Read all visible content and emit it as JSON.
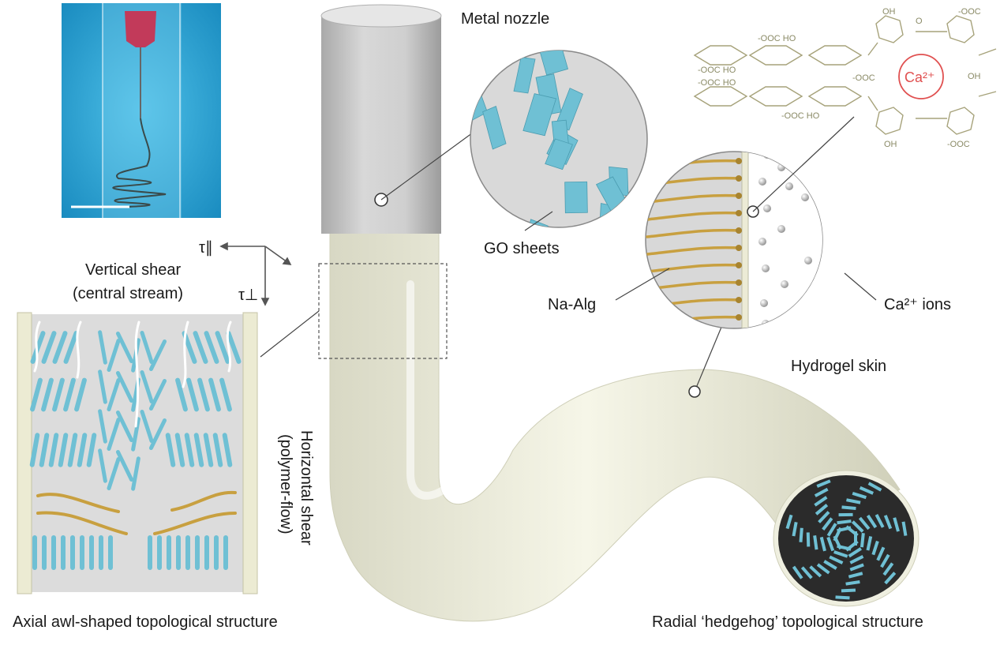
{
  "labels": {
    "metal_nozzle": "Metal nozzle",
    "go_sheets": "GO sheets",
    "na_alg": "Na-Alg",
    "ca_ions": "Ca²⁺ ions",
    "hydrogel_skin": "Hydrogel skin",
    "vertical_shear_line1": "Vertical shear",
    "vertical_shear_line2": "(central stream)",
    "horizontal_shear_line1": "Horizontal shear",
    "horizontal_shear_line2": "(polymer-flow)",
    "tau_parallel": "τ∥",
    "tau_perp": "τ⊥",
    "caption_left": "Axial awl-shaped topological structure",
    "caption_right": "Radial ‘hedgehog’ topological structure",
    "ca2_ring": "Ca²⁺"
  },
  "chem_labels": {
    "oh": "OH",
    "coo": "-OOC",
    "cooh": "-OOC HO",
    "o": "O"
  },
  "colors": {
    "fiber": "#eeeedd",
    "go_blue": "#6fc0d4",
    "alg_gold": "#c8a040",
    "nozzle_gray": "#c4c4c4",
    "chem_line": "#a6a27a",
    "ca_ring": "#e05050",
    "photo_bg": "#2aa8d8"
  }
}
